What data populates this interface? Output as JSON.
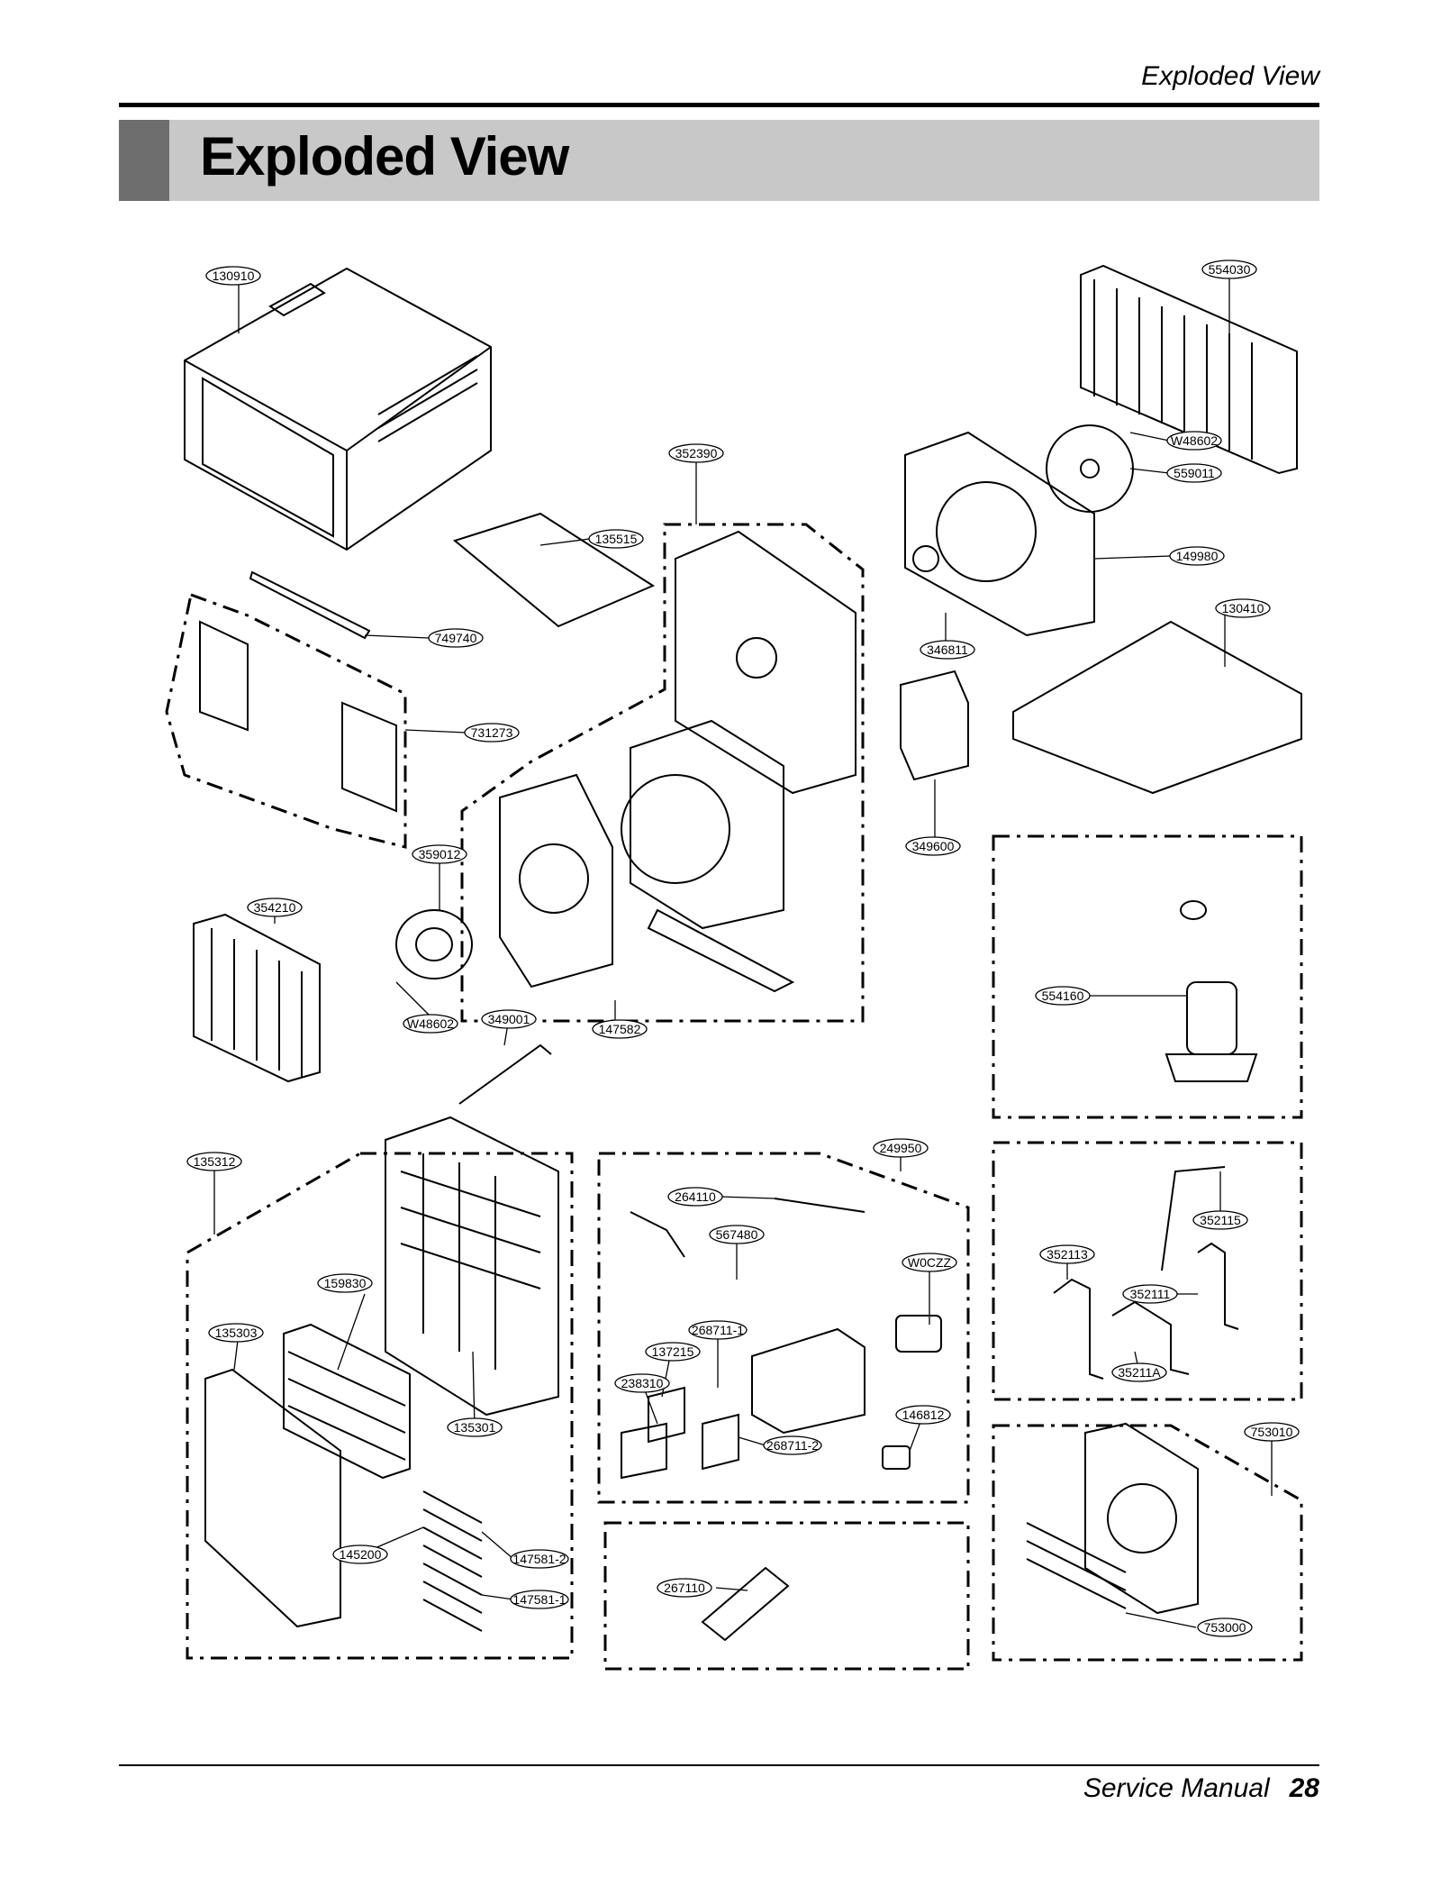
{
  "header": {
    "running_title": "Exploded View",
    "title": "Exploded View"
  },
  "footer": {
    "manual": "Service Manual",
    "page": "28"
  },
  "parts": [
    "130910",
    "554030",
    "W48602",
    "559011",
    "352390",
    "135515",
    "149980",
    "130410",
    "749740",
    "346811",
    "731273",
    "349600",
    "359012",
    "354210",
    "554160",
    "W48602",
    "349001",
    "147582",
    "135312",
    "249950",
    "264110",
    "567480",
    "W0CZZ",
    "352115",
    "352113",
    "352111",
    "35211A",
    "159830",
    "135303",
    "268711-1",
    "137215",
    "238310",
    "146812",
    "268711-2",
    "135301",
    "753010",
    "145200",
    "147581-2",
    "147581-1",
    "267110",
    "753000"
  ]
}
